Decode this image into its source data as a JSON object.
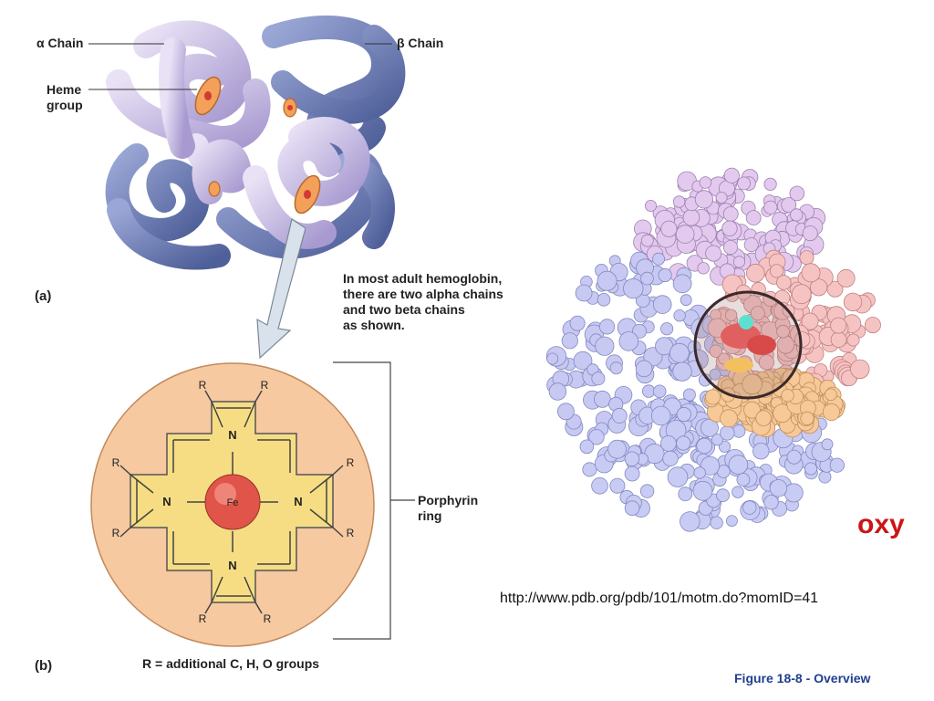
{
  "panel_a": {
    "alpha_label": "α Chain",
    "beta_label": "β Chain",
    "heme_label_1": "Heme",
    "heme_label_2": "group",
    "panel_tag": "(a)",
    "caption_lines": [
      "In most adult hemoglobin,",
      "there are two alpha chains",
      "and two beta chains",
      "as shown."
    ]
  },
  "panel_b": {
    "panel_tag": "(b)",
    "r_legend": "R = additional C, H, O groups",
    "porphyrin_1": "Porphyrin",
    "porphyrin_2": "ring",
    "fe": "Fe",
    "n": "N",
    "r": "R"
  },
  "pdb": {
    "state_label": "oxy",
    "url": "http://www.pdb.org/pdb/101/motm.do?momID=41"
  },
  "figure_ref": "Figure 18-8 - Overview",
  "colors": {
    "alpha_chain": "#c4b7e0",
    "beta_chain": "#6f7fb8",
    "porphyrin_bg": "#f6c9a1",
    "ring_fill": "#f6dd84",
    "fe": "#e0544a",
    "oxy_text": "#cc1515",
    "figure_ref": "#1f3f8f"
  }
}
